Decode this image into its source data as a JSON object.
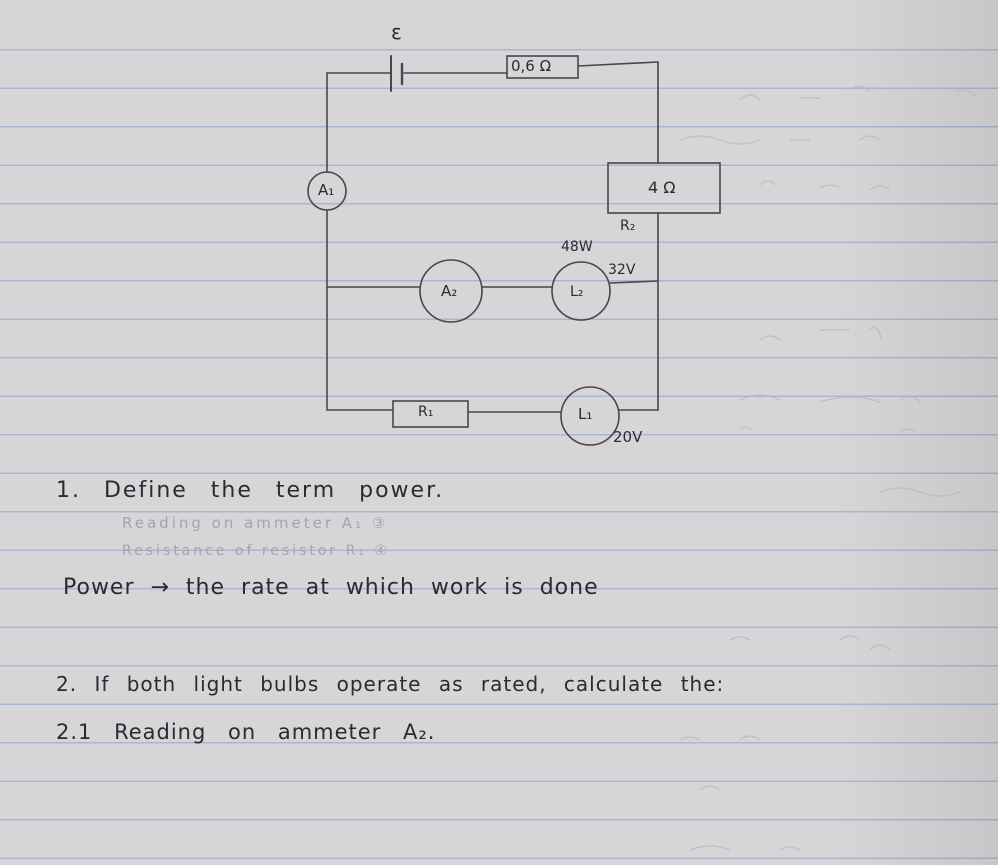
{
  "circuit": {
    "emf_label": "ε",
    "internal_resistance": "0,6 Ω",
    "ammeter_1": "A₁",
    "ammeter_2": "A₂",
    "resistor_r2_value": "4 Ω",
    "resistor_r2_label": "R₂",
    "bulb_l2_power": "48W",
    "bulb_l2_label": "L₂",
    "bulb_l2_voltage": "32V",
    "resistor_r1_label": "R₁",
    "bulb_l1_label": "L₁",
    "bulb_l1_voltage": "20V"
  },
  "questions": {
    "q1": "1. Define the term power.",
    "q1_faint_1": "Reading on ammeter A₁ ③",
    "q1_faint_2": "Resistance of resistor R₁ ④",
    "answer_1": "Power → the rate at which work is done",
    "q2": "2. If both light bulbs operate as rated, calculate the:",
    "q2_1": "2.1 Reading on ammeter A₂."
  }
}
